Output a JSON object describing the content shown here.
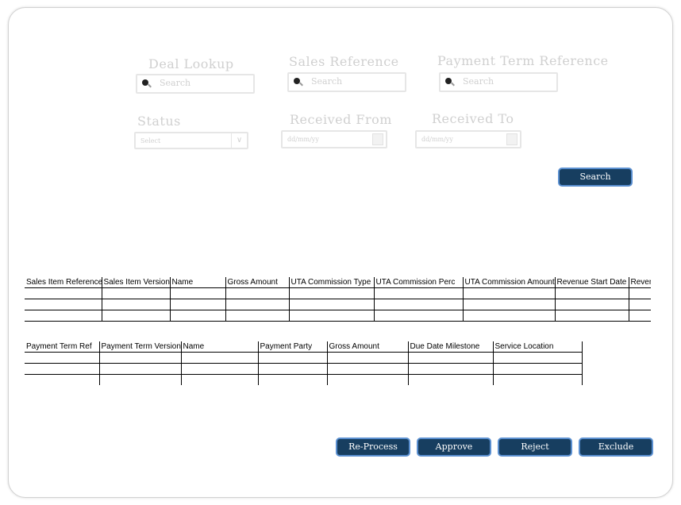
{
  "filters": {
    "deal_lookup": {
      "label": "Deal Lookup",
      "placeholder": "Search"
    },
    "sales_reference": {
      "label": "Sales Reference",
      "placeholder": "Search"
    },
    "payment_term_reference": {
      "label": "Payment Term Reference",
      "placeholder": "Search"
    },
    "status": {
      "label": "Status",
      "placeholder": "Select"
    },
    "received_from": {
      "label": "Received From",
      "placeholder": "dd/mm/yy"
    },
    "received_to": {
      "label": "Received To",
      "placeholder": "dd/mm/yy"
    }
  },
  "search_button": "Search",
  "sales_table": {
    "columns": [
      "Sales Item Reference",
      "Sales Item Version",
      "Name",
      "Gross Amount",
      "UTA Commission Type",
      "UTA Commission Perc",
      "UTA Commission Amount",
      "Revenue Start Date",
      "Reven"
    ],
    "row_count": 3
  },
  "payment_table": {
    "columns": [
      "Payment Term Ref",
      "Payment Term Version",
      "Name",
      "Payment Party",
      "Gross Amount",
      "Due Date Milestone",
      "Service Location"
    ],
    "row_count": 3
  },
  "actions": [
    "Re-Process",
    "Approve",
    "Reject",
    "Exclude"
  ]
}
